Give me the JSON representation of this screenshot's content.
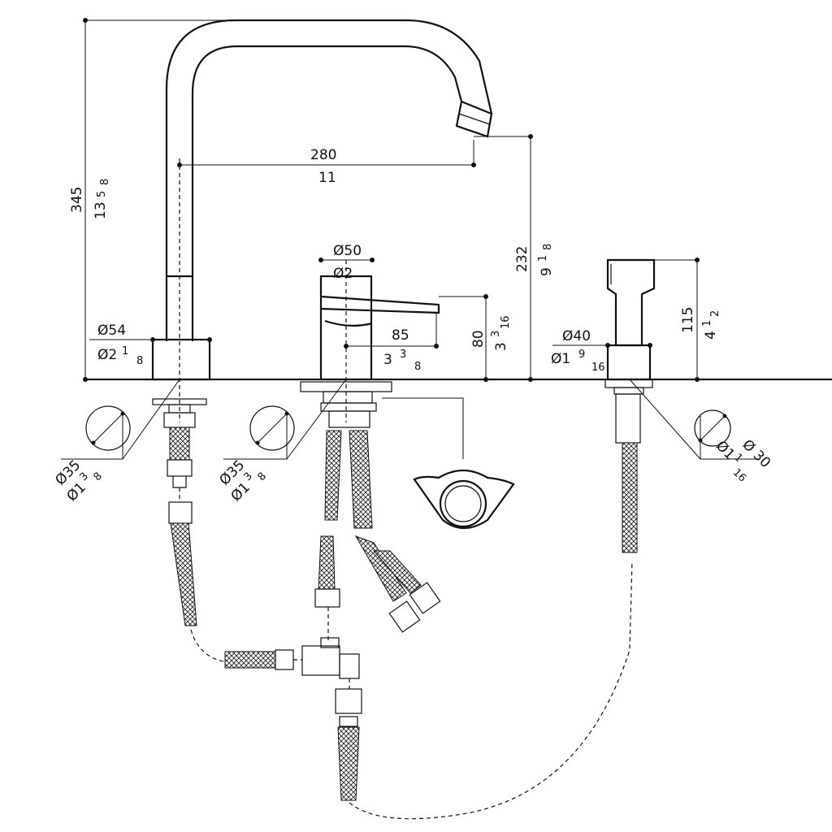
{
  "dims": {
    "height_total_mm": "345",
    "height_total_in_whole": "13",
    "height_total_in_num": "5",
    "height_total_in_den": "8",
    "reach_mm": "280",
    "reach_in": "11",
    "spout_height_mm": "232",
    "spout_height_in_whole": "9",
    "spout_height_in_num": "1",
    "spout_height_in_den": "8",
    "handle_dia_mm": "Ø50",
    "handle_dia_in": "Ø2",
    "lever_len_mm": "85",
    "lever_len_in_whole": "3",
    "lever_len_in_num": "3",
    "lever_len_in_den": "8",
    "handle_height_mm": "80",
    "handle_height_in_whole": "3",
    "handle_height_in_num": "3",
    "handle_height_in_den": "16",
    "spout_base_mm": "Ø54",
    "spout_base_in_whole": "Ø2",
    "spout_base_in_num": "1",
    "spout_base_in_den": "8",
    "spray_base_mm": "Ø40",
    "spray_base_in_whole": "Ø1",
    "spray_base_in_num": "9",
    "spray_base_in_den": "16",
    "spray_height_mm": "115",
    "spray_height_in_whole": "4",
    "spray_height_in_num": "1",
    "spray_height_in_den": "2",
    "hole_left_mm": "Ø35",
    "hole_left_in_whole": "Ø1",
    "hole_left_in_num": "3",
    "hole_left_in_den": "8",
    "hole_mid_mm": "Ø35",
    "hole_mid_in_whole": "Ø1",
    "hole_mid_in_num": "3",
    "hole_mid_in_den": "8",
    "hole_right_mm": "Ø 30",
    "hole_right_in_whole": "Ø1",
    "hole_right_in_num": "1",
    "hole_right_in_den": "16"
  }
}
